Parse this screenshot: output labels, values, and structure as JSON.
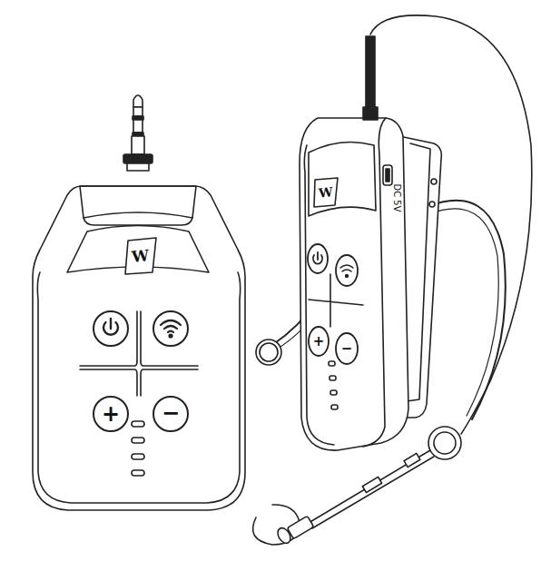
{
  "diagram": {
    "labels": [
      "W",
      "W",
      "DC 5V",
      "+",
      "−",
      "+",
      "−"
    ]
  }
}
